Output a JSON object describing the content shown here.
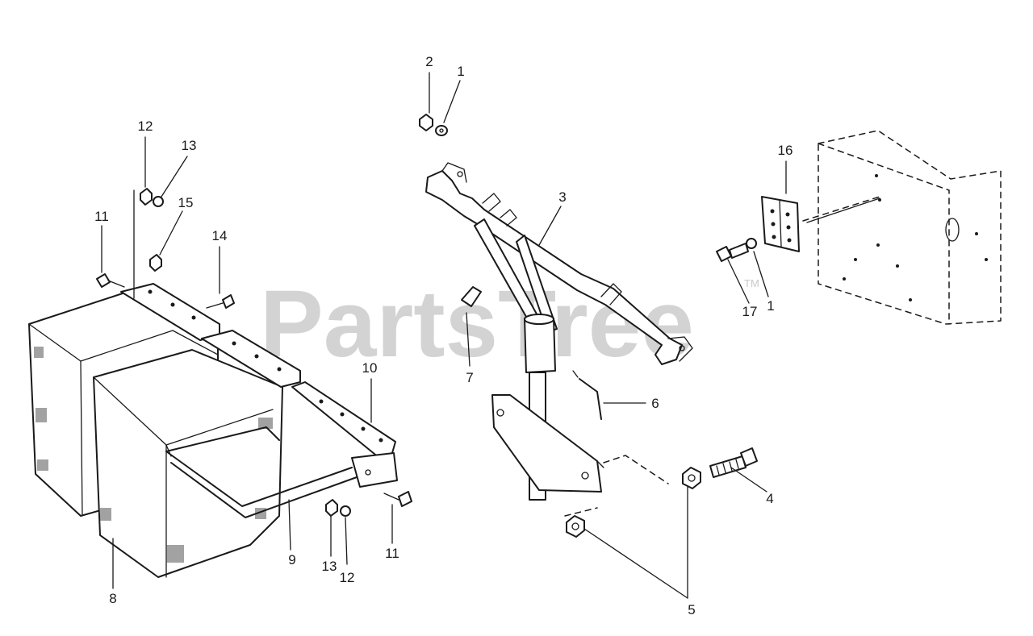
{
  "watermark": {
    "text": "PartsTree",
    "trademark": "TM"
  },
  "callouts": [
    {
      "id": "c2a",
      "label": "2"
    },
    {
      "id": "c1a",
      "label": "1"
    },
    {
      "id": "c3",
      "label": "3"
    },
    {
      "id": "c16",
      "label": "16"
    },
    {
      "id": "c12a",
      "label": "12"
    },
    {
      "id": "c13a",
      "label": "13"
    },
    {
      "id": "c15",
      "label": "15"
    },
    {
      "id": "c11a",
      "label": "11"
    },
    {
      "id": "c14",
      "label": "14"
    },
    {
      "id": "c17",
      "label": "17"
    },
    {
      "id": "c1b",
      "label": "1"
    },
    {
      "id": "c7",
      "label": "7"
    },
    {
      "id": "c6",
      "label": "6"
    },
    {
      "id": "c10",
      "label": "10"
    },
    {
      "id": "c4",
      "label": "4"
    },
    {
      "id": "c11b",
      "label": "11"
    },
    {
      "id": "c9",
      "label": "9"
    },
    {
      "id": "c13b",
      "label": "13"
    },
    {
      "id": "c12b",
      "label": "12"
    },
    {
      "id": "c8",
      "label": "8"
    },
    {
      "id": "c5",
      "label": "5"
    }
  ]
}
